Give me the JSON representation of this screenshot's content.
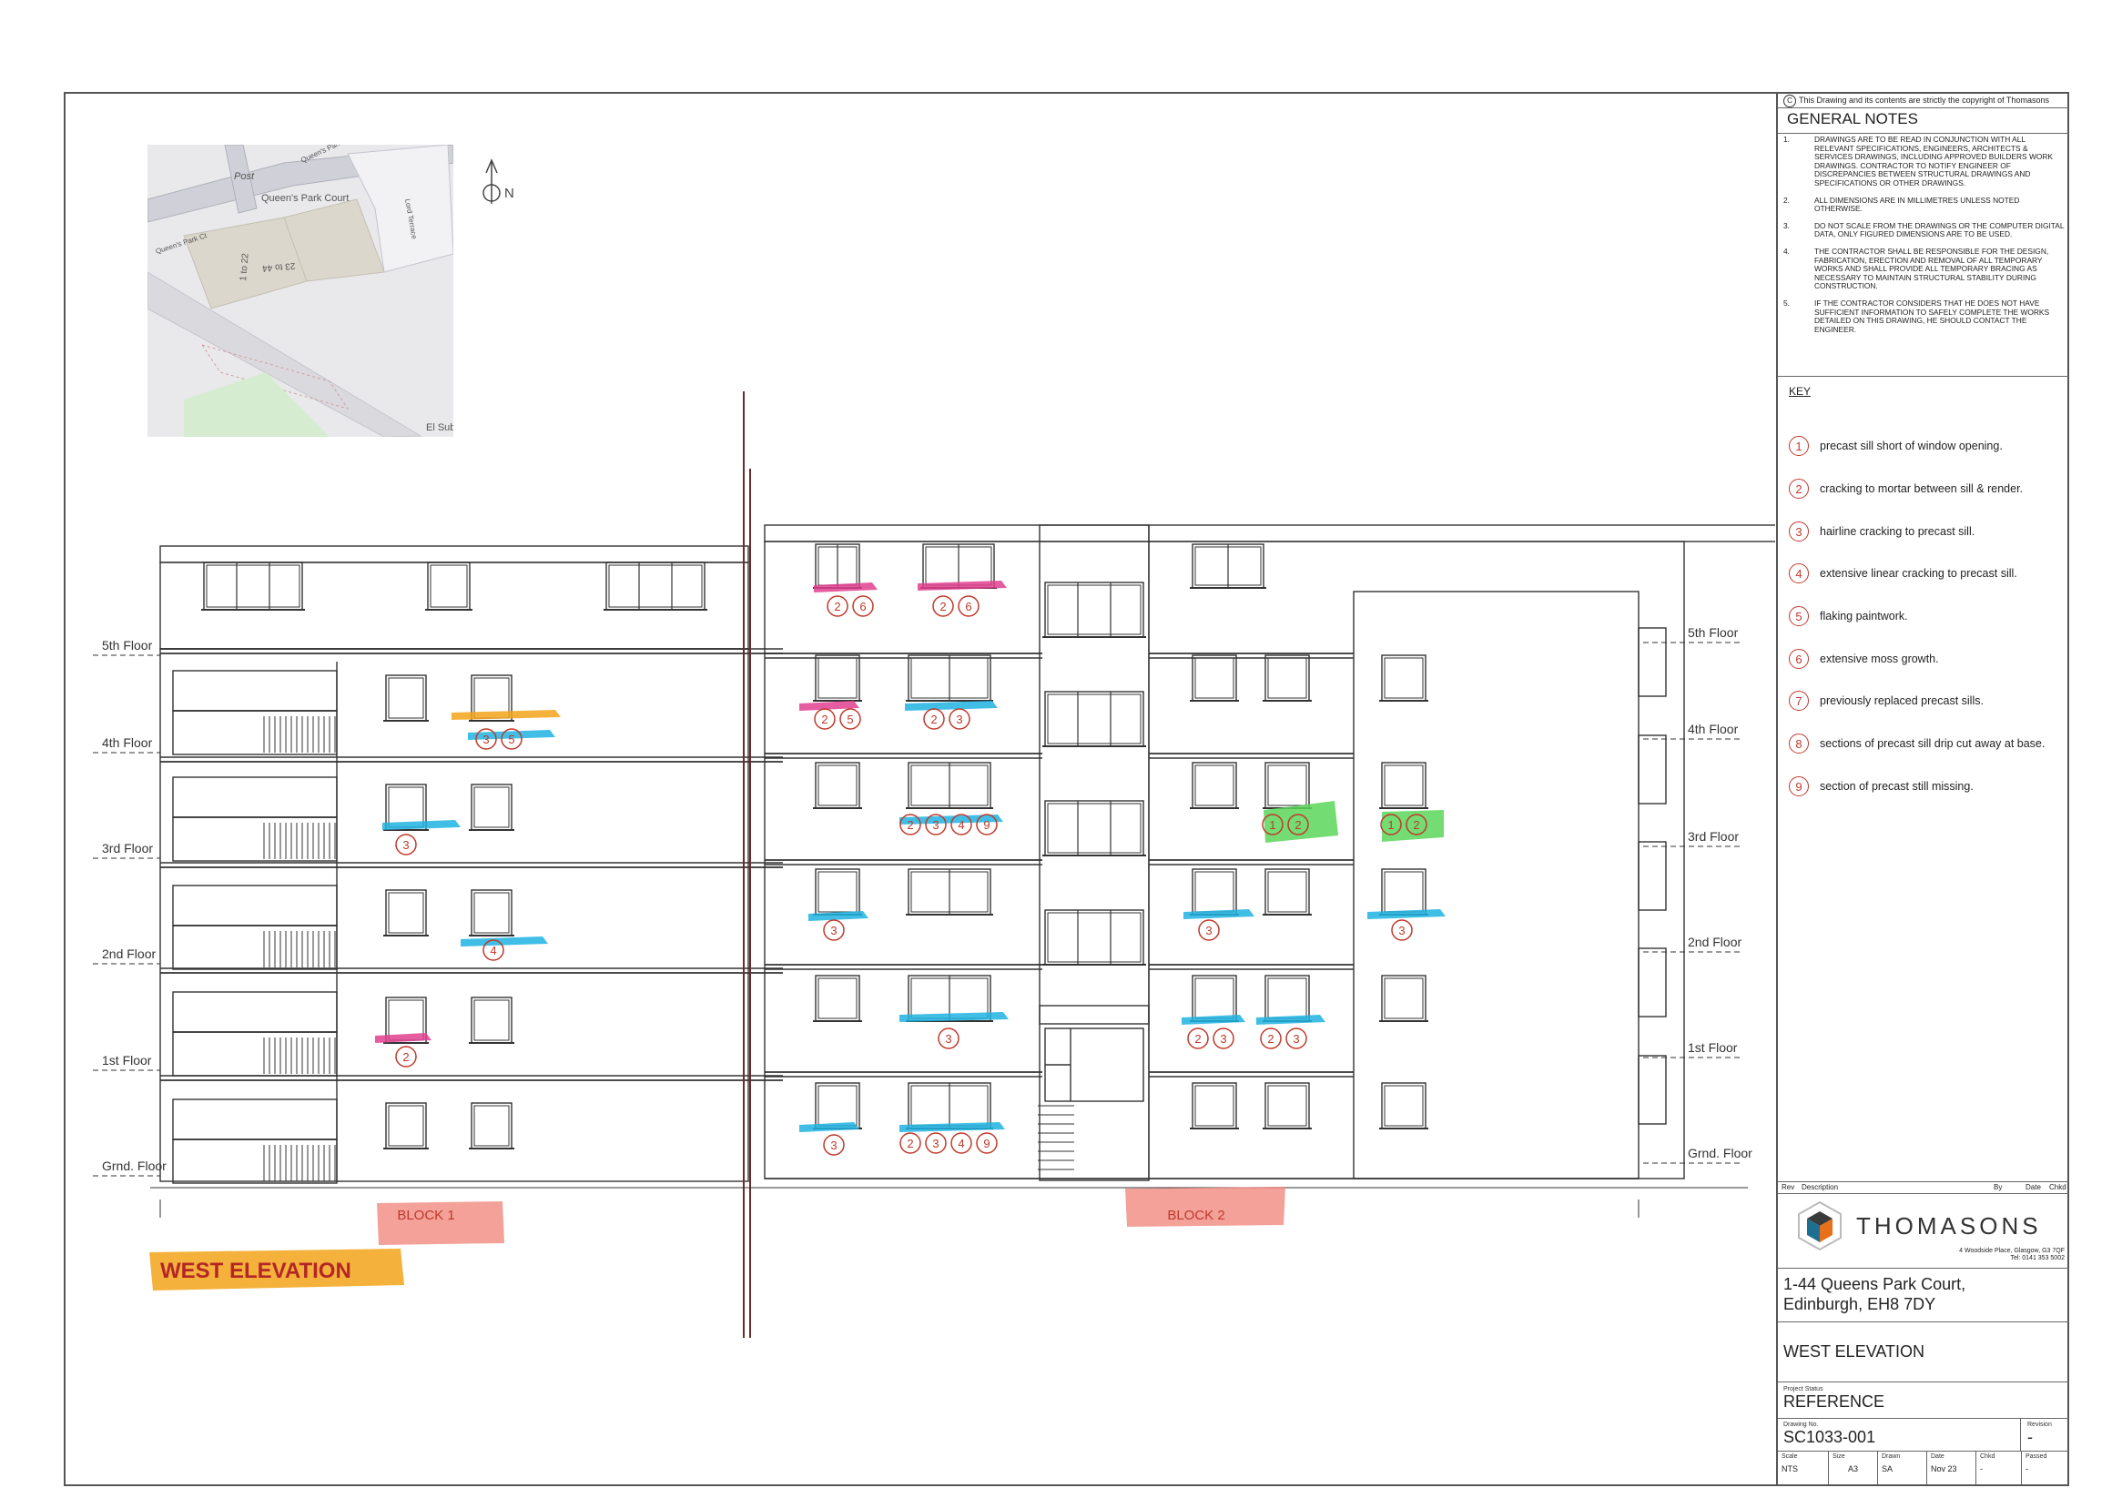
{
  "copyright": "This Drawing and its contents are strictly the copyright of Thomasons",
  "copyright_symbol": "C",
  "general_notes": {
    "title": "GENERAL NOTES",
    "items": [
      {
        "num": "1.",
        "text": "DRAWINGS ARE TO BE READ IN CONJUNCTION WITH ALL RELEVANT SPECIFICATIONS, ENGINEERS, ARCHITECTS & SERVICES DRAWINGS, INCLUDING APPROVED BUILDERS WORK DRAWINGS. CONTRACTOR TO NOTIFY ENGINEER OF DISCREPANCIES BETWEEN STRUCTURAL DRAWINGS AND SPECIFICATIONS OR OTHER DRAWINGS."
      },
      {
        "num": "2.",
        "text": "ALL DIMENSIONS ARE IN MILLIMETRES UNLESS NOTED OTHERWISE."
      },
      {
        "num": "3.",
        "text": "DO NOT SCALE FROM THE DRAWINGS OR THE COMPUTER DIGITAL DATA, ONLY FIGURED DIMENSIONS ARE TO BE USED."
      },
      {
        "num": "4.",
        "text": "THE CONTRACTOR SHALL BE RESPONSIBLE FOR THE DESIGN, FABRICATION, ERECTION AND REMOVAL OF ALL TEMPORARY WORKS AND SHALL PROVIDE ALL TEMPORARY BRACING AS NECESSARY TO MAINTAIN STRUCTURAL STABILITY DURING CONSTRUCTION."
      },
      {
        "num": "5.",
        "text": "IF THE CONTRACTOR CONSIDERS THAT HE DOES NOT HAVE SUFFICIENT INFORMATION TO SAFELY COMPLETE THE WORKS DETAILED ON THIS DRAWING, HE SHOULD CONTACT THE ENGINEER."
      }
    ]
  },
  "key": {
    "title": "KEY",
    "items": [
      {
        "num": "1",
        "text": "precast sill short of window opening."
      },
      {
        "num": "2",
        "text": "cracking to mortar between sill & render."
      },
      {
        "num": "3",
        "text": "hairline cracking to precast sill."
      },
      {
        "num": "4",
        "text": "extensive linear cracking to precast sill."
      },
      {
        "num": "5",
        "text": "flaking paintwork."
      },
      {
        "num": "6",
        "text": "extensive moss growth."
      },
      {
        "num": "7",
        "text": "previously replaced precast sills."
      },
      {
        "num": "8",
        "text": "sections of precast sill drip cut away at base."
      },
      {
        "num": "9",
        "text": "section of precast still missing."
      }
    ]
  },
  "revision_header": {
    "rev": "Rev",
    "description": "Description",
    "by": "By",
    "date": "Date",
    "chkd": "Chkd"
  },
  "company": {
    "name": "THOMASONS",
    "address_line1": "4 Woodside Place, Glasgow, G3 7QF",
    "address_line2": "Tel: 0141 353 5002"
  },
  "project": {
    "line1": "1-44 Queens Park Court,",
    "line2": "Edinburgh, EH8 7DY"
  },
  "drawing_title": "WEST ELEVATION",
  "status": {
    "label": "Project Status",
    "value": "REFERENCE"
  },
  "drawing_no": {
    "label": "Drawing No.",
    "value": "SC1033-001",
    "rev_label": "Revision",
    "rev_value": "-"
  },
  "meta": {
    "scale": {
      "label": "Scale",
      "value": "NTS"
    },
    "size": {
      "label": "Size",
      "value": "A3"
    },
    "drawn": {
      "label": "Drawn",
      "value": "SA"
    },
    "date": {
      "label": "Date",
      "value": "Nov 23"
    },
    "chkd": {
      "label": "Chkd",
      "value": "-"
    },
    "passed": {
      "label": "Passed",
      "value": "-"
    }
  },
  "map": {
    "north_label": "N",
    "labels": {
      "post": "Post",
      "court": "Queen's Park Court",
      "road1": "Queen's Park Ct",
      "road2": "Queen's Park",
      "terrace": "Lord Terrace",
      "range1": "1 to 22",
      "range2": "23 to 44",
      "el_sub": "El Sub"
    }
  },
  "elevation": {
    "floors_left": [
      "5th Floor",
      "4th Floor",
      "3rd Floor",
      "2nd Floor",
      "1st Floor",
      "Grnd. Floor"
    ],
    "floors_right": [
      "5th Floor",
      "4th Floor",
      "3rd Floor",
      "2nd Floor",
      "1st Floor",
      "Grnd. Floor"
    ],
    "block1_label": "BLOCK 1",
    "block2_label": "BLOCK 2",
    "title_label": "WEST ELEVATION"
  },
  "annotations": [
    {
      "group": "b2-top-1",
      "codes": [
        "2",
        "6"
      ]
    },
    {
      "group": "b2-top-2",
      "codes": [
        "2",
        "6"
      ]
    },
    {
      "group": "b1-5th",
      "codes": [
        "3",
        "5"
      ]
    },
    {
      "group": "b2-5th-1",
      "codes": [
        "2",
        "5"
      ]
    },
    {
      "group": "b2-5th-2",
      "codes": [
        "2",
        "3"
      ]
    },
    {
      "group": "b1-4th",
      "codes": [
        "3"
      ]
    },
    {
      "group": "b2-4th-2",
      "codes": [
        "2",
        "3",
        "4",
        "9"
      ]
    },
    {
      "group": "b2-4th-4",
      "codes": [
        "1",
        "2"
      ]
    },
    {
      "group": "b2-4th-5",
      "codes": [
        "1",
        "2"
      ]
    },
    {
      "group": "b1-3rd",
      "codes": [
        "4"
      ]
    },
    {
      "group": "b2-3rd-1",
      "codes": [
        "3"
      ]
    },
    {
      "group": "b2-3rd-3",
      "codes": [
        "3"
      ]
    },
    {
      "group": "b2-3rd-5",
      "codes": [
        "3"
      ]
    },
    {
      "group": "b1-2nd",
      "codes": [
        "2"
      ]
    },
    {
      "group": "b2-2nd-2",
      "codes": [
        "3"
      ]
    },
    {
      "group": "b2-2nd-3",
      "codes": [
        "2",
        "3"
      ]
    },
    {
      "group": "b2-2nd-4",
      "codes": [
        "2",
        "3"
      ]
    },
    {
      "group": "b2-gr-1",
      "codes": [
        "3"
      ]
    },
    {
      "group": "b2-gr-2",
      "codes": [
        "2",
        "3",
        "4",
        "9"
      ]
    }
  ],
  "colors": {
    "pink": "#e0408f",
    "blue": "#1fb3e0",
    "green": "#5bd65b",
    "orange": "#f2a51a",
    "salmon": "#f08a80",
    "red": "#c0392b"
  }
}
